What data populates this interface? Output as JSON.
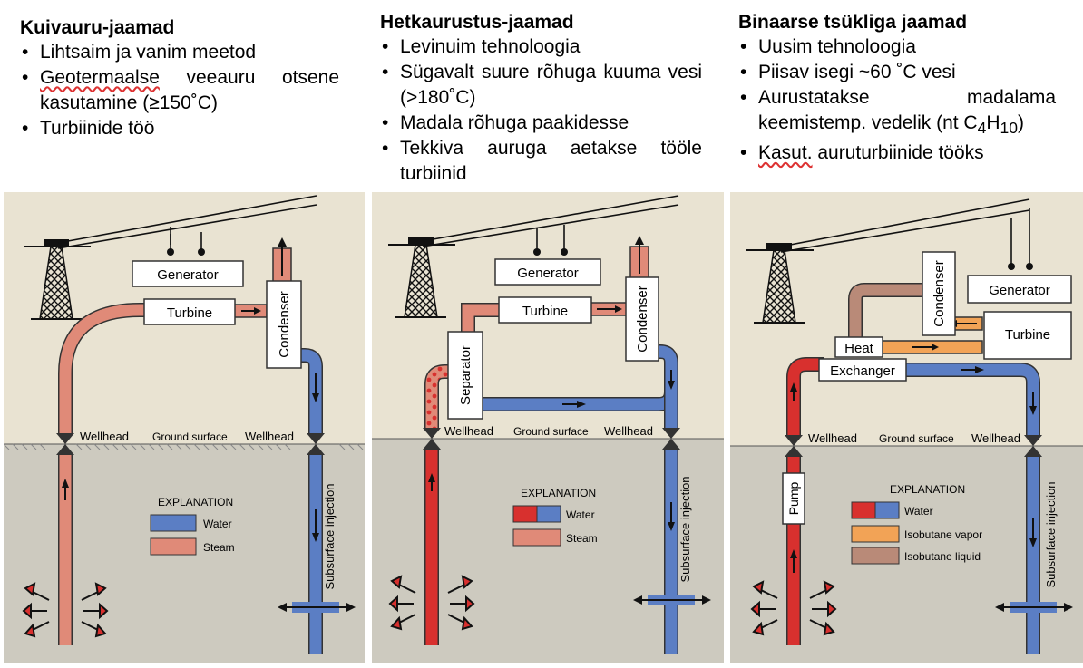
{
  "columns": [
    {
      "title": "Kuivauru-jaamad",
      "bullets": [
        {
          "text": "Lihtsaim ja vanim meetod"
        },
        {
          "pre": "",
          "wavy": "Geotermaalse",
          "post": " veeauru otsene kasutamine (≥150˚C)"
        },
        {
          "text": "Turbiinide töö"
        }
      ]
    },
    {
      "title": "Hetkaurustus-jaamad",
      "bullets": [
        {
          "text": "Levinuim tehnoloogia"
        },
        {
          "text": "Sügavalt suure rõhuga kuuma vesi (>180˚C)"
        },
        {
          "text": "Madala rõhuga paakidesse"
        },
        {
          "text": "Tekkiva auruga aetakse tööle turbiinid"
        }
      ]
    },
    {
      "title": "Binaarse tsükliga jaamad",
      "bullets": [
        {
          "text": "Uusim tehnoloogia"
        },
        {
          "text": "Piisav isegi ~60 ˚C vesi"
        },
        {
          "pre": "Aurustatakse madalama keemistemp. vedelik (nt C",
          "sub1": "4",
          "mid": "H",
          "sub2": "10",
          "post": ")"
        },
        {
          "pre": "",
          "wavy": "Kasut.",
          "post": " auruturbiinide tööks"
        }
      ]
    }
  ],
  "diagram_labels": {
    "generator": "Generator",
    "turbine": "Turbine",
    "condenser": "Condenser",
    "separator": "Separator",
    "heat": "Heat",
    "exchanger": "Exchanger",
    "pump": "Pump",
    "wellhead": "Wellhead",
    "ground_surface": "Ground surface",
    "subsurface_injection": "Subsurface injection",
    "explanation": "EXPLANATION",
    "water": "Water",
    "steam": "Steam",
    "isobutane_vapor": "Isobutane vapor",
    "isobutane_liquid": "Isobutane liquid"
  },
  "colors": {
    "panel_bg": "#e9e3d2",
    "underground": "#cdcabf",
    "water_blue": "#5b7ec4",
    "steam_salmon": "#e08a78",
    "hot_red": "#d8302e",
    "isobutane_vapor": "#f2a356",
    "isobutane_liquid": "#b98a78"
  }
}
